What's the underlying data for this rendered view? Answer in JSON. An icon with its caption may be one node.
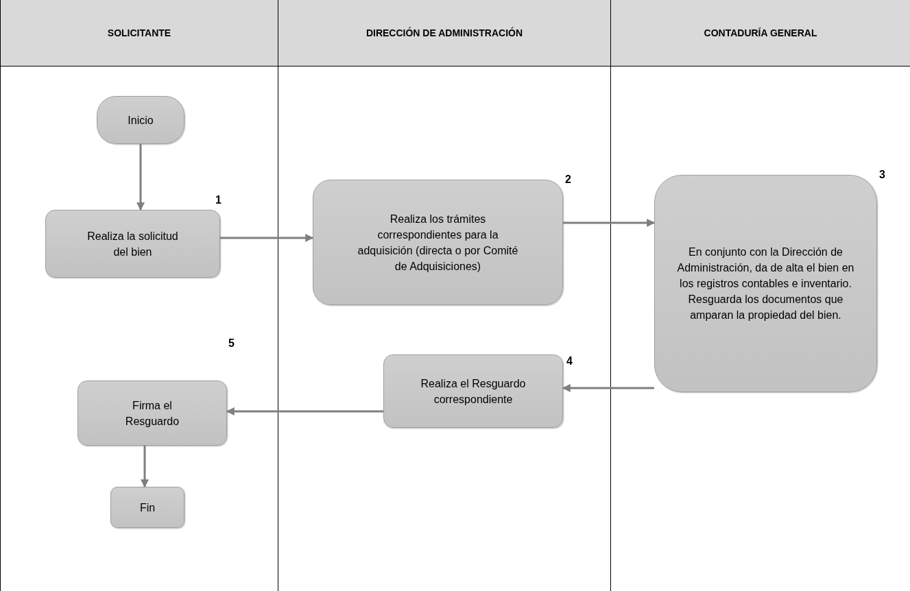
{
  "diagram": {
    "nodes": [
      {
        "text": [
          "SOLICITANTE"
        ]
      },
      {
        "text": [
          "DIRECCIÓN DE ADMINISTRACIÓN"
        ]
      },
      {
        "text": [
          "CONTADURÍA GENERAL"
        ]
      },
      {
        "text": [
          "Inicio"
        ],
        "in": 0
      },
      {
        "text": [
          "Realiza la solicitud del bien"
        ],
        "in": 0,
        "beside": [
          "1"
        ]
      },
      {
        "text": [
          "Realiza los trámites correspondientes para la adquisición (directa o por Comité de Adquisiciones)"
        ],
        "in": 1,
        "beside": [
          "2"
        ]
      },
      {
        "text": [
          "En conjunto con la Dirección de Administración, da de alta el bien en los registros contables e inventario. Resguarda los documentos que amparan la propiedad del bien."
        ],
        "in": 2,
        "beside": [
          "3"
        ]
      },
      {
        "text": [
          "Realiza el Resguardo correspondiente"
        ],
        "in": 1,
        "beside": [
          "4"
        ]
      },
      {
        "text": [
          "Firma el Resguardo"
        ],
        "in": 0,
        "beside": [
          "5"
        ]
      },
      {
        "text": [
          "Fin"
        ],
        "in": 0
      }
    ],
    "edges": [
      {
        "from": 3,
        "to": 4,
        "arrow": "to"
      },
      {
        "from": 4,
        "to": 5,
        "arrow": "to"
      },
      {
        "from": 5,
        "to": 6,
        "arrow": "to"
      },
      {
        "from": 6,
        "to": 7,
        "arrow": "to"
      },
      {
        "from": 7,
        "to": 8,
        "arrow": "to"
      },
      {
        "from": 8,
        "to": 9,
        "arrow": "to"
      }
    ]
  }
}
